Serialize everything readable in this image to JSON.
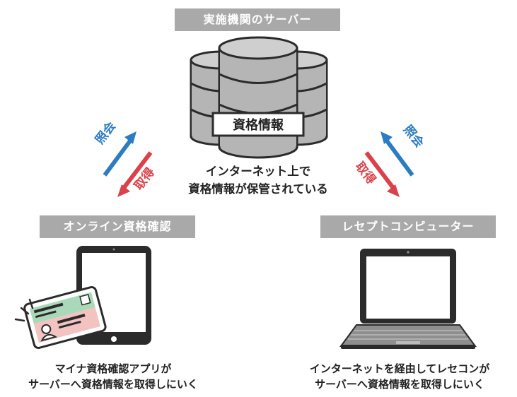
{
  "server": {
    "title": "実施機関のサーバー",
    "db_label": "資格情報",
    "description_line1": "インターネット上で",
    "description_line2": "資格情報が保管されている"
  },
  "arrows": {
    "inquiry": "照会",
    "acquire": "取得",
    "inquiry_color": "#2c7cc2",
    "acquire_color": "#d9424a"
  },
  "left": {
    "title": "オンライン資格確認",
    "caption_line1": "マイナ資格確認アプリが",
    "caption_line2": "サーバーへ資格情報を取得しにいく"
  },
  "right": {
    "title": "レセプトコンピューター",
    "caption_line1": "インターネットを経由してレセコンが",
    "caption_line2": "サーバーへ資格情報を取得しにいく"
  },
  "colors": {
    "label_bg": "#a9a9a9",
    "device_dark": "#2b2b2b",
    "db_fill": "#b5b5b5",
    "card_green": "#a9d9b8",
    "card_pink": "#f2c3c0"
  }
}
